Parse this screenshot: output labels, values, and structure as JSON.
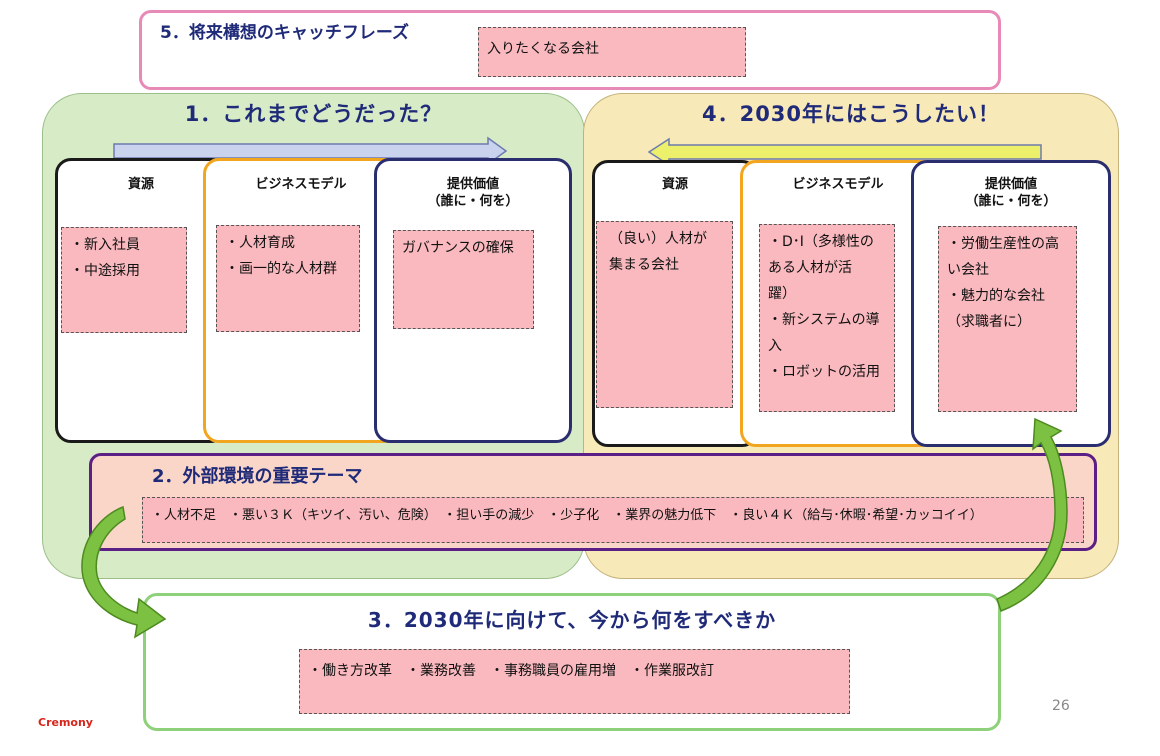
{
  "catchphrase": {
    "title": "5．将来構想のキャッチフレーズ",
    "note": "入りたくなる会社"
  },
  "past": {
    "title": "1．これまでどうだった？",
    "columns": [
      {
        "header": "資源",
        "header_sub": "",
        "items": [
          "・新入社員",
          "・中途採用"
        ]
      },
      {
        "header": "ビジネスモデル",
        "header_sub": "",
        "items": [
          "・人材育成",
          "・画一的な人材群"
        ]
      },
      {
        "header": "提供価値",
        "header_sub": "（誰に・何を）",
        "items": [
          "ガバナンスの確保"
        ]
      }
    ]
  },
  "future": {
    "title": "4．2030年にはこうしたい！",
    "columns": [
      {
        "header": "資源",
        "header_sub": "",
        "items": [
          "（良い）人材が",
          "集まる会社"
        ]
      },
      {
        "header": "ビジネスモデル",
        "header_sub": "",
        "items": [
          "・D･I（多様性の",
          "ある人材が活",
          "躍）",
          "・新システムの導",
          "入",
          "・ロボットの活用"
        ]
      },
      {
        "header": "提供価値",
        "header_sub": "（誰に・何を）",
        "items": [
          "・労働生産性の高",
          "い会社",
          "・魅力的な会社",
          "（求職者に）"
        ]
      }
    ]
  },
  "environment": {
    "title": "2．外部環境の重要テーマ",
    "note": "・人材不足　・悪い３Ｋ（キツイ、汚い、危険）　・担い手の減少　・少子化　・業界の魅力低下　・良い４Ｋ（給与･休暇･希望･カッコイイ）"
  },
  "actions": {
    "title": "3．2030年に向けて、今から何をすべきか",
    "note": "・働き方改革　・業務改善　・事務職員の雇用増　・作業服改訂"
  },
  "logo": "Cremony",
  "page_number": "26",
  "colors": {
    "past_bg": "#d7ebc7",
    "future_bg": "#f8e9b8",
    "env_bg": "#f9d6c7",
    "env_border": "#5c1f86",
    "note_bg": "#f9b9bf",
    "title_blue": "#1f2a78",
    "catch_border": "#e88ab8",
    "action_border": "#8fd17a",
    "col_black": "#1a1a1a",
    "col_orange": "#f2a51f",
    "col_navy": "#2a2d6e"
  }
}
